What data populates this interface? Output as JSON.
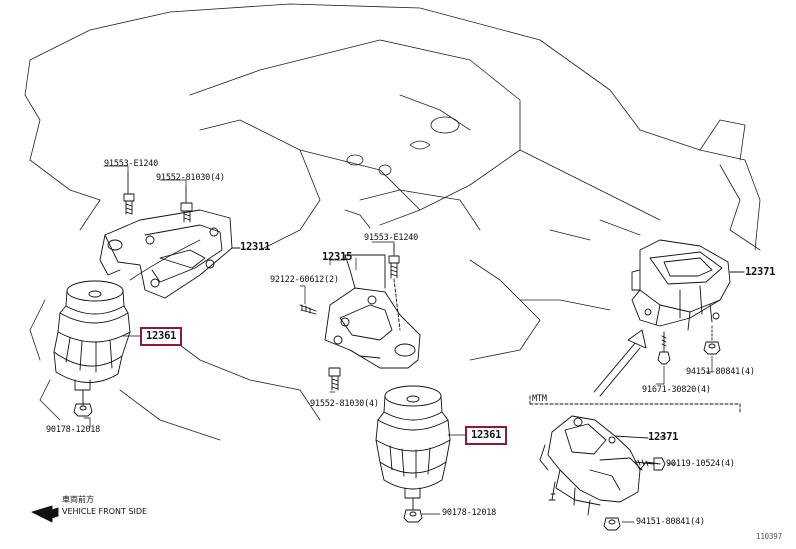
{
  "labels": {
    "p91553_left": "91553-E1240",
    "p91552_left": "91552-81030(4)",
    "p12311": "12311",
    "p12361_left": "12361",
    "p90178_left": "90178-12018",
    "p12315": "12315",
    "p92122": "92122-60612(2)",
    "p91553_mid": "91553-E1240",
    "p91552_mid": "91552-81030(4)",
    "p12361_mid": "12361",
    "p90178_mid": "90178-12018",
    "p12371_top": "12371",
    "p94151_top": "94151-80841(4)",
    "p91671": "91671-30820(4)",
    "mtm": "MTM",
    "p12371_mtm": "12371",
    "p90119": "90119-10524(4)",
    "p94151_mtm": "94151-80841(4)",
    "front_jp": "車両前方",
    "front_en": "VEHICLE FRONT SIDE",
    "figure_code": "110397"
  },
  "colors": {
    "highlight_box": "#8b1a3a",
    "line": "#111111"
  }
}
